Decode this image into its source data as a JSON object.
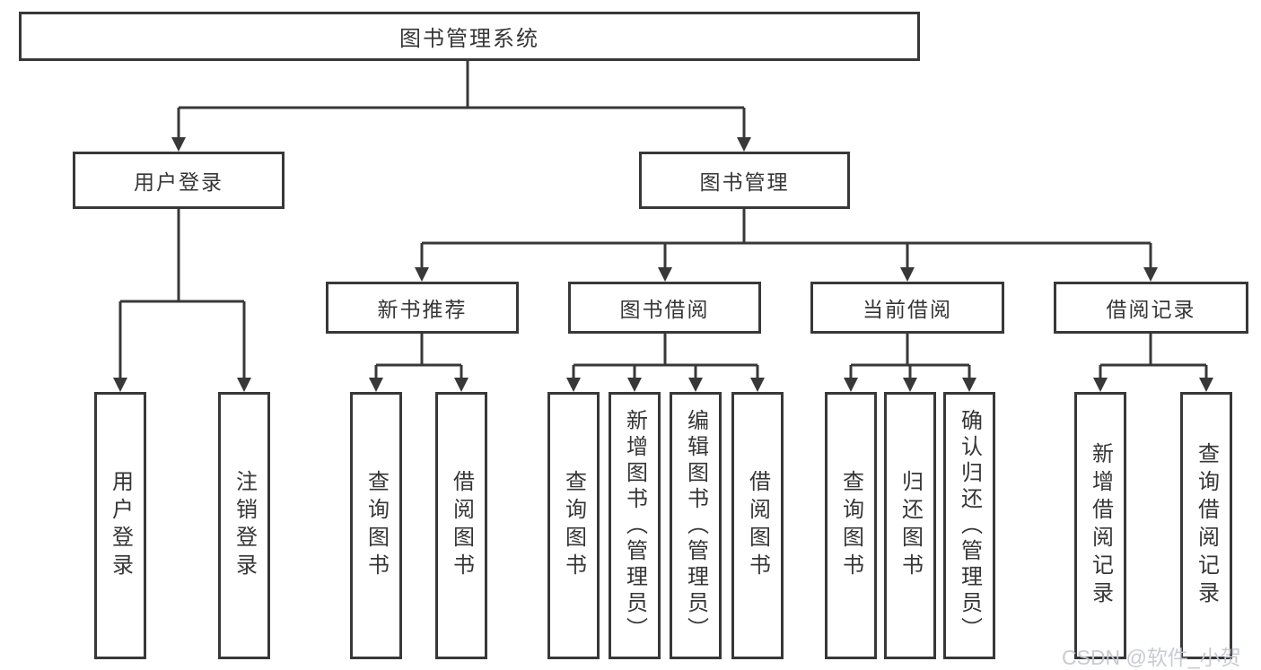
{
  "tree": {
    "label": "图书管理系统",
    "children": [
      {
        "label": "用户登录",
        "children": [
          {
            "label": "用户登录"
          },
          {
            "label": "注销登录"
          }
        ]
      },
      {
        "label": "图书管理",
        "children": [
          {
            "label": "新书推荐",
            "children": [
              {
                "label": "查询图书"
              },
              {
                "label": "借阅图书"
              }
            ]
          },
          {
            "label": "图书借阅",
            "children": [
              {
                "label": "查询图书"
              },
              {
                "label": "新增图书（管理员）"
              },
              {
                "label": "编辑图书（管理员）"
              },
              {
                "label": "借阅图书"
              }
            ]
          },
          {
            "label": "当前借阅",
            "children": [
              {
                "label": "查询图书"
              },
              {
                "label": "归还图书"
              },
              {
                "label": "确认归还（管理员）"
              }
            ]
          },
          {
            "label": "借阅记录",
            "children": [
              {
                "label": "新增借阅记录"
              },
              {
                "label": "查询借阅记录"
              }
            ]
          }
        ]
      }
    ]
  },
  "watermark": "CSDN @软件_小贺同学",
  "colors": {
    "line": "#383838",
    "box_border": "#383838",
    "box_fill": "#ffffff",
    "text": "#363636",
    "watermark": "#c5c8ce",
    "background": "#ffffff"
  }
}
